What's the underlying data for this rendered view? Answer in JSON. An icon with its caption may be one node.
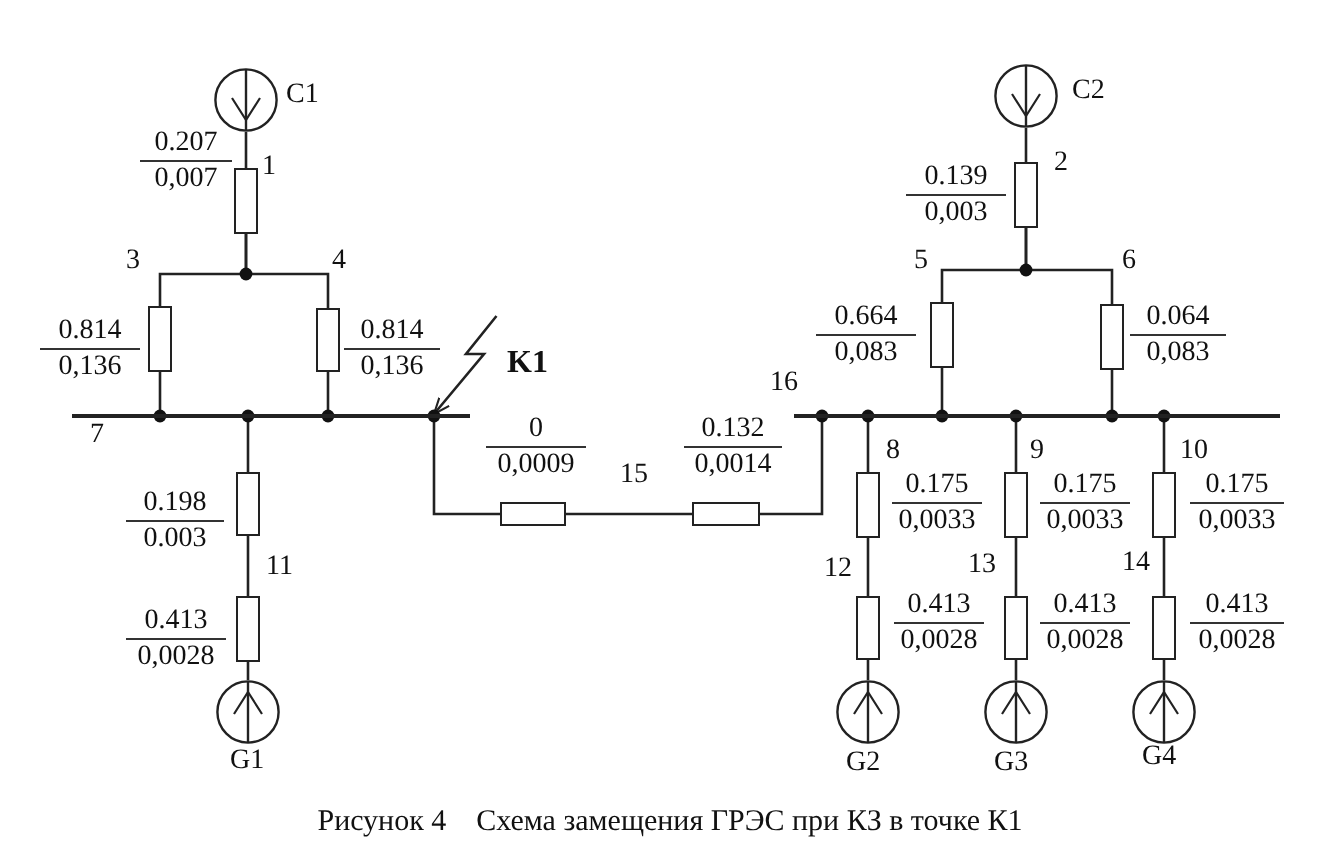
{
  "diagram": {
    "caption": "Рисунок 4    Схема замещения ГРЭС при КЗ в точке К1",
    "nodes": [
      {
        "text": [],
        "shape": "circle",
        "beside": [
          "C1"
        ]
      },
      {
        "text": [],
        "shape": "box",
        "beside": [
          "1",
          "0.207",
          "0,007"
        ]
      },
      {
        "text": [],
        "shape": "box",
        "beside": [
          "3",
          "0.814",
          "0,136"
        ]
      },
      {
        "text": [],
        "shape": "box",
        "beside": [
          "4",
          "0.814",
          "0,136"
        ]
      },
      {
        "text": [],
        "shape": "bar",
        "beside": [
          "7"
        ]
      },
      {
        "text": [
          "K1"
        ]
      },
      {
        "text": [],
        "shape": "box",
        "beside": [
          "0.198",
          "0.003"
        ]
      },
      {
        "text": [],
        "shape": "box",
        "beside": [
          "11",
          "0.413",
          "0,0028"
        ]
      },
      {
        "text": [],
        "shape": "circle",
        "beside": [
          "G1"
        ]
      },
      {
        "text": [],
        "shape": "box",
        "beside": [
          "0",
          "0,0009"
        ]
      },
      {
        "text": [],
        "shape": "box",
        "beside": [
          "0.132",
          "0,0014"
        ]
      },
      {
        "text": [],
        "shape": "circle",
        "beside": [
          "C2"
        ]
      },
      {
        "text": [],
        "shape": "box",
        "beside": [
          "2",
          "0.139",
          "0,003"
        ]
      },
      {
        "text": [],
        "shape": "box",
        "beside": [
          "5",
          "0.664",
          "0,083"
        ]
      },
      {
        "text": [],
        "shape": "box",
        "beside": [
          "6",
          "0.064",
          "0,083"
        ]
      },
      {
        "text": [],
        "shape": "bar",
        "beside": [
          "16"
        ]
      },
      {
        "text": [],
        "shape": "box",
        "beside": [
          "8",
          "0.175",
          "0,0033"
        ]
      },
      {
        "text": [],
        "shape": "box",
        "beside": [
          "12",
          "0.413",
          "0,0028"
        ]
      },
      {
        "text": [],
        "shape": "circle",
        "beside": [
          "G2"
        ]
      },
      {
        "text": [],
        "shape": "box",
        "beside": [
          "9",
          "0.175",
          "0,0033"
        ]
      },
      {
        "text": [],
        "shape": "box",
        "beside": [
          "13",
          "0.413",
          "0,0028"
        ]
      },
      {
        "text": [],
        "shape": "circle",
        "beside": [
          "G3"
        ]
      },
      {
        "text": [],
        "shape": "box",
        "beside": [
          "10",
          "0.175",
          "0,0033"
        ]
      },
      {
        "text": [],
        "shape": "box",
        "beside": [
          "14",
          "0.413",
          "0,0028"
        ]
      },
      {
        "text": [],
        "shape": "circle",
        "beside": [
          "G4"
        ]
      }
    ],
    "edges": [
      {
        "from": 0,
        "to": 1,
        "arrow": "none"
      },
      {
        "from": 1,
        "to": 2,
        "arrow": "none"
      },
      {
        "from": 1,
        "to": 3,
        "arrow": "none"
      },
      {
        "from": 2,
        "to": 4,
        "arrow": "none"
      },
      {
        "from": 3,
        "to": 4,
        "arrow": "none"
      },
      {
        "from": 5,
        "to": 4,
        "arrow": "to"
      },
      {
        "from": 4,
        "to": 6,
        "arrow": "none"
      },
      {
        "from": 6,
        "to": 7,
        "arrow": "none"
      },
      {
        "from": 7,
        "to": 8,
        "arrow": "none"
      },
      {
        "from": 4,
        "to": 9,
        "arrow": "none"
      },
      {
        "from": 9,
        "to": 10,
        "arrow": "none"
      },
      {
        "from": 10,
        "to": 15,
        "arrow": "none"
      },
      {
        "from": 11,
        "to": 12,
        "arrow": "none"
      },
      {
        "from": 12,
        "to": 13,
        "arrow": "none"
      },
      {
        "from": 12,
        "to": 14,
        "arrow": "none"
      },
      {
        "from": 13,
        "to": 15,
        "arrow": "none"
      },
      {
        "from": 14,
        "to": 15,
        "arrow": "none"
      },
      {
        "from": 15,
        "to": 16,
        "arrow": "none"
      },
      {
        "from": 16,
        "to": 17,
        "arrow": "none"
      },
      {
        "from": 17,
        "to": 18,
        "arrow": "none"
      },
      {
        "from": 15,
        "to": 19,
        "arrow": "none"
      },
      {
        "from": 19,
        "to": 20,
        "arrow": "none"
      },
      {
        "from": 20,
        "to": 21,
        "arrow": "none"
      },
      {
        "from": 15,
        "to": 22,
        "arrow": "none"
      },
      {
        "from": 22,
        "to": 23,
        "arrow": "none"
      },
      {
        "from": 23,
        "to": 24,
        "arrow": "none"
      }
    ],
    "labels": [
      "15"
    ]
  }
}
